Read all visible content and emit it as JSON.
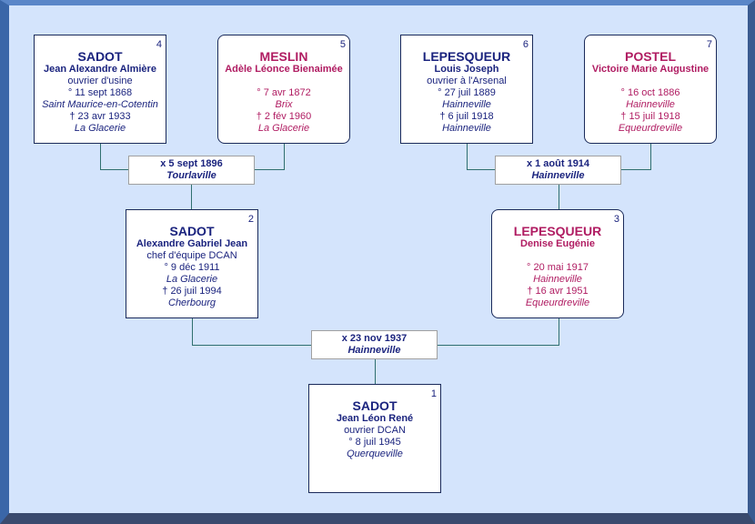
{
  "persons": [
    {
      "num": "1",
      "sex": "m",
      "surname": "SADOT",
      "given": "Jean Léon René",
      "occupation": "ouvrier DCAN",
      "birth": "° 8 juil 1945",
      "birth_place": "Querqueville",
      "death": "",
      "death_place": ""
    },
    {
      "num": "2",
      "sex": "m",
      "surname": "SADOT",
      "given": "Alexandre Gabriel Jean",
      "occupation": "chef d'équipe DCAN",
      "birth": "° 9 déc 1911",
      "birth_place": "La Glacerie",
      "death": "† 26 juil 1994",
      "death_place": "Cherbourg"
    },
    {
      "num": "3",
      "sex": "f",
      "surname": "LEPESQUEUR",
      "given": "Denise Eugénie",
      "occupation": "",
      "birth": "° 20 mai 1917",
      "birth_place": "Hainneville",
      "death": "† 16 avr 1951",
      "death_place": "Equeurdreville"
    },
    {
      "num": "4",
      "sex": "m",
      "surname": "SADOT",
      "given": "Jean Alexandre Almière",
      "occupation": "ouvrier d'usine",
      "birth": "° 11 sept 1868",
      "birth_place": "Saint Maurice-en-Cotentin",
      "death": "† 23 avr 1933",
      "death_place": "La Glacerie"
    },
    {
      "num": "5",
      "sex": "f",
      "surname": "MESLIN",
      "given": "Adèle Léonce Bienaimée",
      "occupation": "",
      "birth": "° 7 avr 1872",
      "birth_place": "Brix",
      "death": "† 2 fév 1960",
      "death_place": "La Glacerie"
    },
    {
      "num": "6",
      "sex": "m",
      "surname": "LEPESQUEUR",
      "given": "Louis Joseph",
      "occupation": "ouvrier à l'Arsenal",
      "birth": "° 27 juil 1889",
      "birth_place": "Hainneville",
      "death": "† 6 juil 1918",
      "death_place": "Hainneville"
    },
    {
      "num": "7",
      "sex": "f",
      "surname": "POSTEL",
      "given": "Victoire Marie Augustine",
      "occupation": "",
      "birth": "° 16 oct 1886",
      "birth_place": "Hainneville",
      "death": "† 15 juil 1918",
      "death_place": "Equeurdreville"
    }
  ],
  "marriages": [
    {
      "couple": "4-5",
      "date": "x 5 sept 1896",
      "place": "Tourlaville"
    },
    {
      "couple": "6-7",
      "date": "x 1 août 1914",
      "place": "Hainneville"
    },
    {
      "couple": "2-3",
      "date": "x 23 nov 1937",
      "place": "Hainneville"
    }
  ],
  "colors": {
    "male": "#1a237e",
    "female": "#b01c62",
    "connector": "#2f6f6f",
    "background": "#d4e4fc"
  }
}
